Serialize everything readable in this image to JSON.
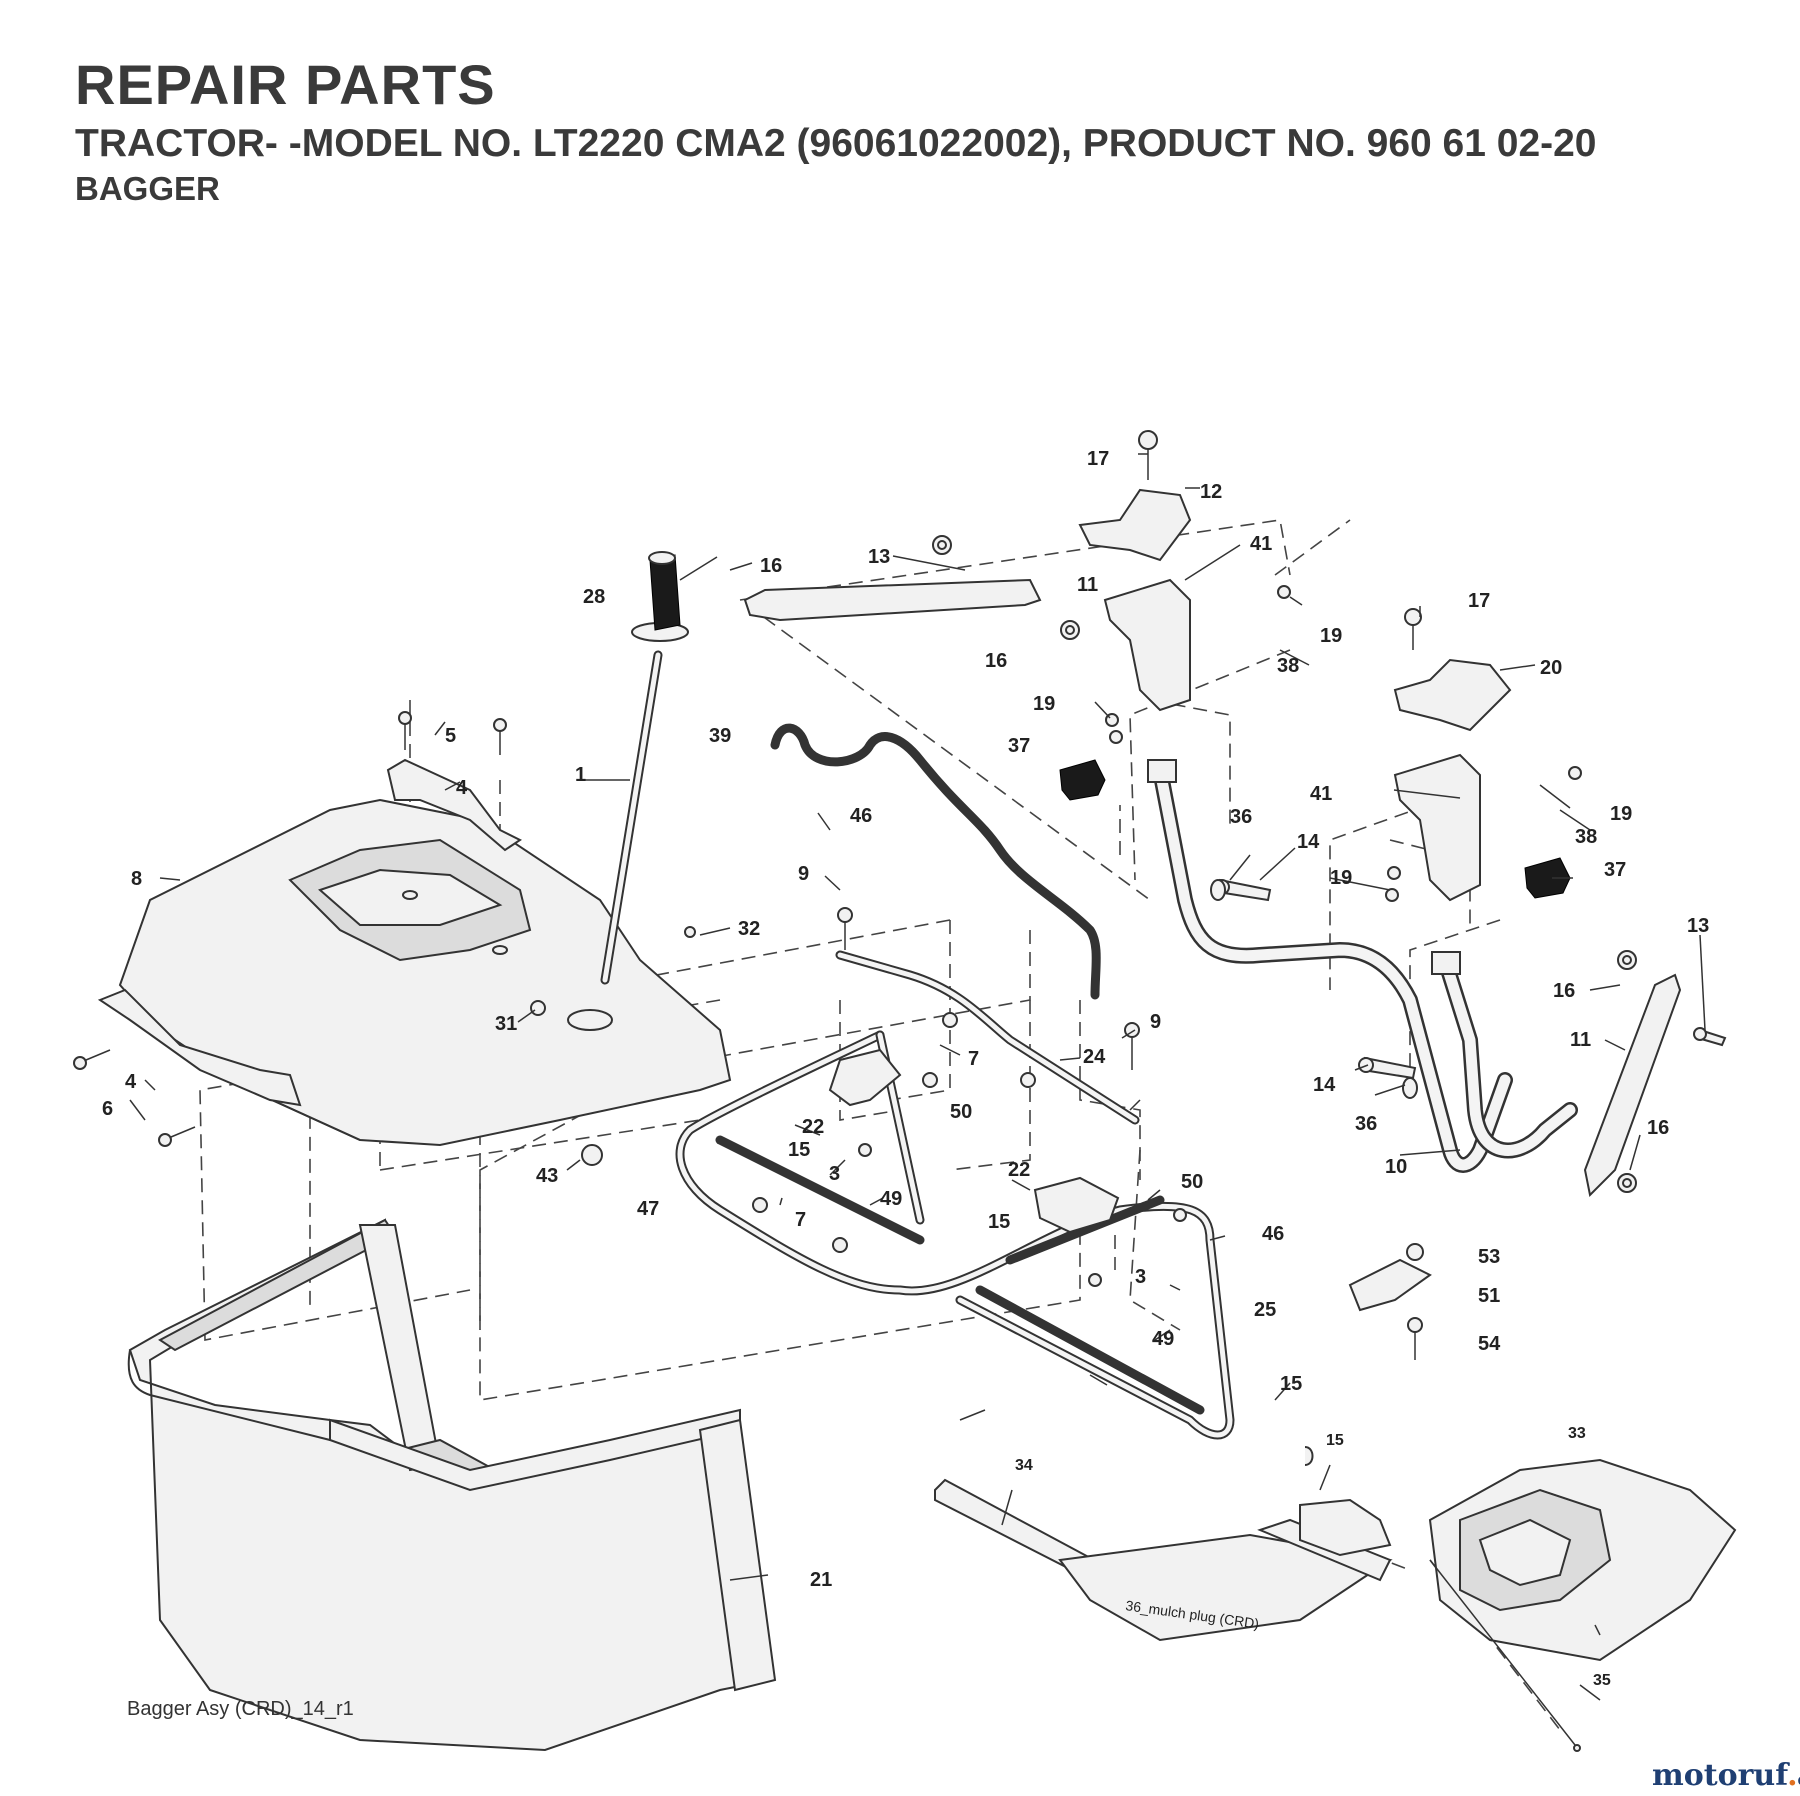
{
  "header": {
    "title": "REPAIR PARTS",
    "subtitle": "TRACTOR- -MODEL NO. LT2220 CMA2 (96061022002), PRODUCT NO. 960 61 02-20",
    "section": "BAGGER"
  },
  "callouts": {
    "c1": "1",
    "c3a": "3",
    "c3b": "3",
    "c4a": "4",
    "c4b": "4",
    "c5": "5",
    "c6": "6",
    "c7a": "7",
    "c7b": "7",
    "c8": "8",
    "c9a": "9",
    "c9b": "9",
    "c10": "10",
    "c11a": "11",
    "c11b": "11",
    "c12": "12",
    "c13a": "13",
    "c13b": "13",
    "c14a": "14",
    "c14b": "14",
    "c15a": "15",
    "c15b": "15",
    "c15c": "15",
    "c15d": "15",
    "c16a": "16",
    "c16b": "16",
    "c16c": "16",
    "c16d": "16",
    "c17a": "17",
    "c17b": "17",
    "c19a": "19",
    "c19b": "19",
    "c19c": "19",
    "c19d": "19",
    "c20": "20",
    "c21": "21",
    "c22a": "22",
    "c22b": "22",
    "c24": "24",
    "c25": "25",
    "c28": "28",
    "c31": "31",
    "c32": "32",
    "c33": "33",
    "c34": "34",
    "c35": "35",
    "c36a": "36",
    "c36b": "36",
    "c37a": "37",
    "c37b": "37",
    "c38a": "38",
    "c38b": "38",
    "c39": "39",
    "c41a": "41",
    "c41b": "41",
    "c43": "43",
    "c46a": "46",
    "c46b": "46",
    "c47": "47",
    "c49a": "49",
    "c49b": "49",
    "c50a": "50",
    "c50b": "50",
    "c51": "51",
    "c53": "53",
    "c54": "54"
  },
  "mulch_plug_label": "36_mulch plug (CRD)",
  "footer_note": "Bagger Asy (CRD)_14_r1",
  "watermark": {
    "main": "motoruf",
    "dot": ".",
    "tld": "de"
  }
}
